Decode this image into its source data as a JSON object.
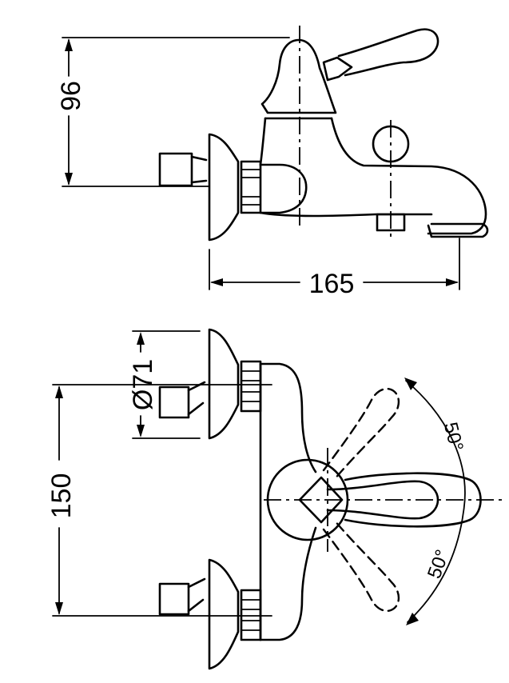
{
  "dimensions": {
    "height": "96",
    "projection": "165",
    "centers": "150",
    "diameter": "Ø71"
  },
  "rotation": {
    "upper": "50°",
    "lower": "50°"
  }
}
